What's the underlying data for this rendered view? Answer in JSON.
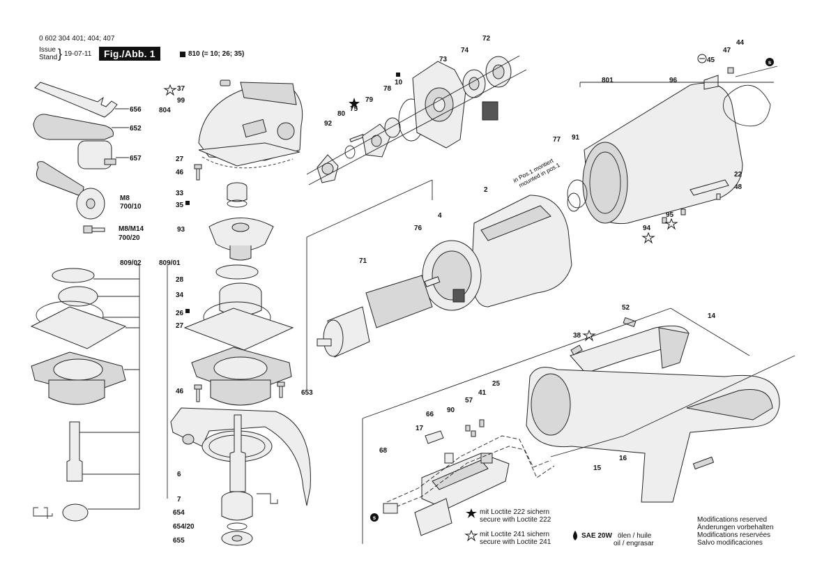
{
  "header": {
    "part_numbers": "0 602 304 401; 404; 407",
    "issue_label": "Issue",
    "stand_label": "Stand",
    "issue_date": "19-07-11",
    "fig_label": "Fig./Abb. 1",
    "set_note": "810 (= 10; 26; 35)"
  },
  "labels": {
    "l37": "37",
    "l99": "99",
    "l804": "804",
    "l27a": "27",
    "l46a": "46",
    "l33": "33",
    "l35": "35",
    "l93": "93",
    "l656": "656",
    "l652": "652",
    "l657": "657",
    "l700_10_m": "M8",
    "l700_10": "700/10",
    "l700_20_m": "M8/M14",
    "l700_20": "700/20",
    "l809_02": "809/02",
    "l809_01": "809/01",
    "l28": "28",
    "l34": "34",
    "l26": "26",
    "l27b": "27",
    "l46b": "46",
    "l6": "6",
    "l7": "7",
    "l654": "654",
    "l654_20": "654/20",
    "l655": "655",
    "l653": "653",
    "l92": "92",
    "l80": "80",
    "l75": "75",
    "l79": "79",
    "l78": "78",
    "l10": "10",
    "l73": "73",
    "l74": "74",
    "l72": "72",
    "l801": "801",
    "l96": "96",
    "l45": "45",
    "l47": "47",
    "l44": "44",
    "l77": "77",
    "l91": "91",
    "l22": "22",
    "l48": "48",
    "l95": "95",
    "l94": "94",
    "l2": "2",
    "l4": "4",
    "l76": "76",
    "l71": "71",
    "l52": "52",
    "l14": "14",
    "l38": "38",
    "l66": "66",
    "l90": "90",
    "l57": "57",
    "l41": "41",
    "l25": "25",
    "l17": "17",
    "l68": "68",
    "l15": "15",
    "l16": "16"
  },
  "pos_note": {
    "line1": "in Pos.1 montiert",
    "line2": "mounted in pos.1"
  },
  "legend": {
    "loctite222_de": "mit Loctite 222 sichern",
    "loctite222_en": "secure with Loctite 222",
    "loctite241_de": "mit Loctite 241 sichern",
    "loctite241_en": "secure with Loctite 241",
    "oil_label": "SAE 20W",
    "oil_de": "ölen / huile",
    "oil_fr": "oil / engrasar",
    "mod_en": "Modifications reserved",
    "mod_de": "Änderungen vorbehalten",
    "mod_fr": "Modifications reservées",
    "mod_es": "Salvo modificaciones"
  }
}
